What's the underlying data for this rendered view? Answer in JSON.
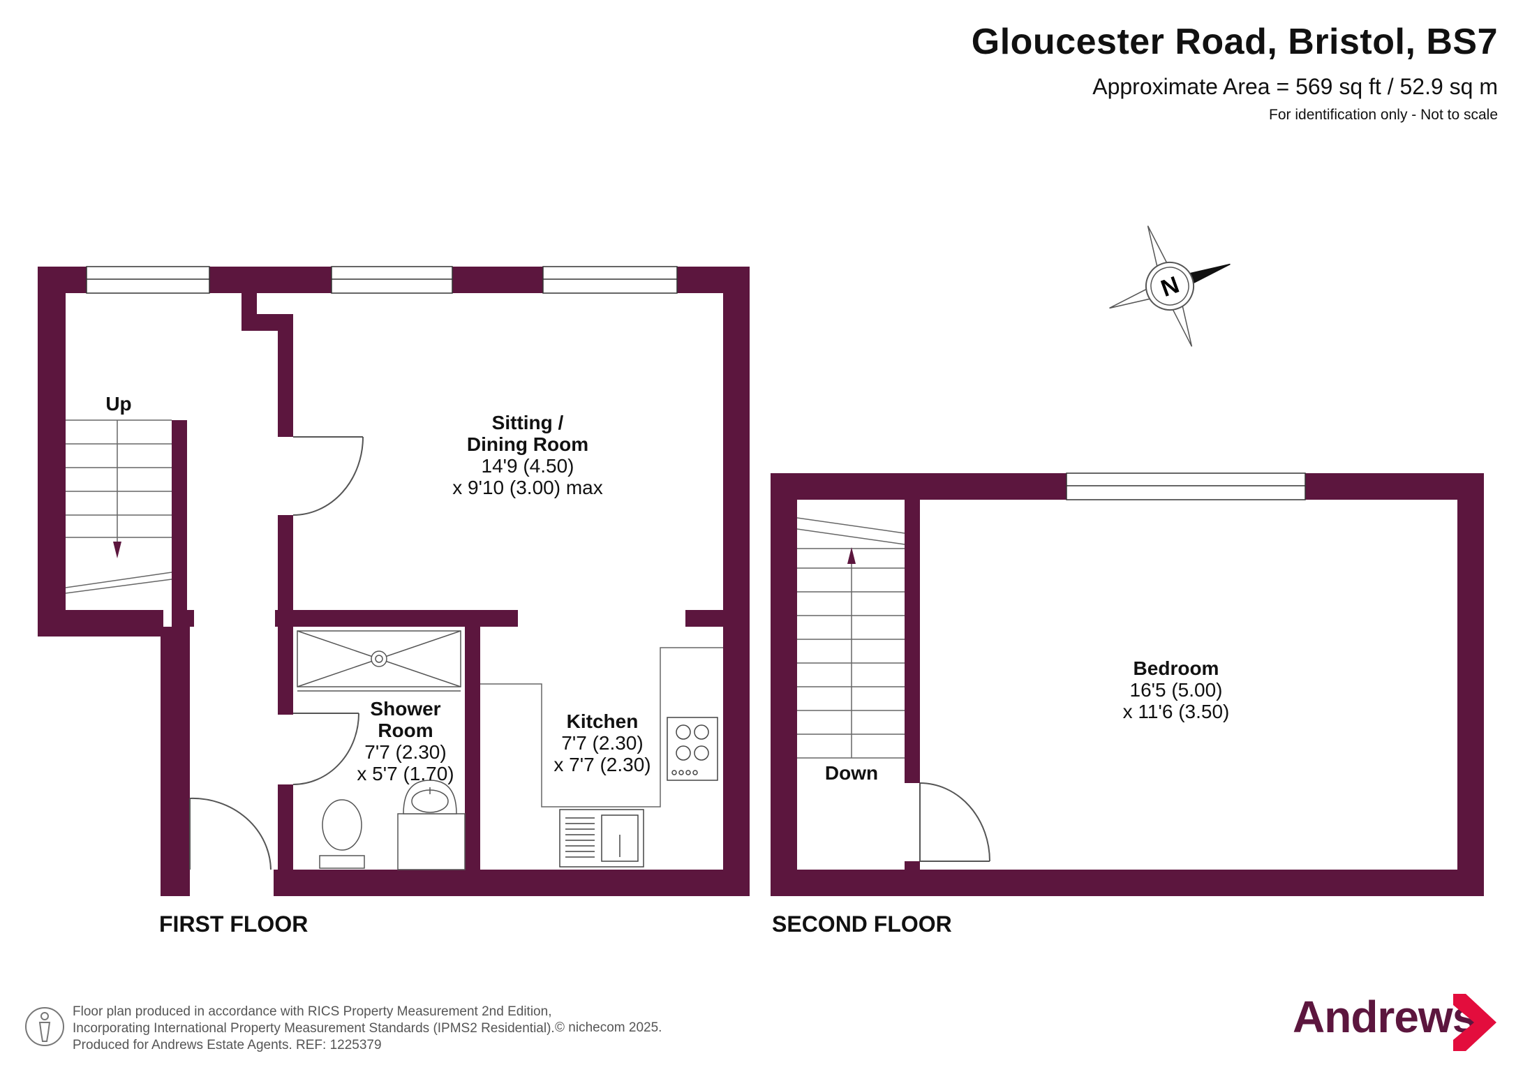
{
  "header": {
    "title": "Gloucester Road, Bristol, BS7",
    "area": "Approximate Area = 569 sq ft / 52.9 sq m",
    "note": "For identification only - Not to scale"
  },
  "compass": {
    "letter": "N",
    "icon": "compass-rose-icon"
  },
  "rooms": {
    "sitting": {
      "name1": "Sitting /",
      "name2": "Dining Room",
      "dim1": "14'9 (4.50)",
      "dim2": "x 9'10 (3.00) max"
    },
    "shower": {
      "name1": "Shower",
      "name2": "Room",
      "dim1": "7'7 (2.30)",
      "dim2": "x 5'7 (1.70)"
    },
    "kitchen": {
      "name": "Kitchen",
      "dim1": "7'7 (2.30)",
      "dim2": "x 7'7 (2.30)"
    },
    "bedroom": {
      "name": "Bedroom",
      "dim1": "16'5 (5.00)",
      "dim2": "x 11'6 (3.50)"
    }
  },
  "stairs": {
    "up": "Up",
    "down": "Down"
  },
  "floors": {
    "first": "FIRST FLOOR",
    "second": "SECOND FLOOR"
  },
  "footer": {
    "line1": "Floor plan produced in accordance with RICS Property Measurement 2nd Edition,",
    "line2": "Incorporating International Property Measurement Standards (IPMS2 Residential).",
    "line3": "Produced for Andrews Estate Agents.    REF: 1225379",
    "copyright": "© nichecom 2025."
  },
  "brand": {
    "name": "Andrews",
    "icon": "chevron-right-icon"
  },
  "colors": {
    "wall": "#5c163e",
    "brand": "#5c163e"
  }
}
